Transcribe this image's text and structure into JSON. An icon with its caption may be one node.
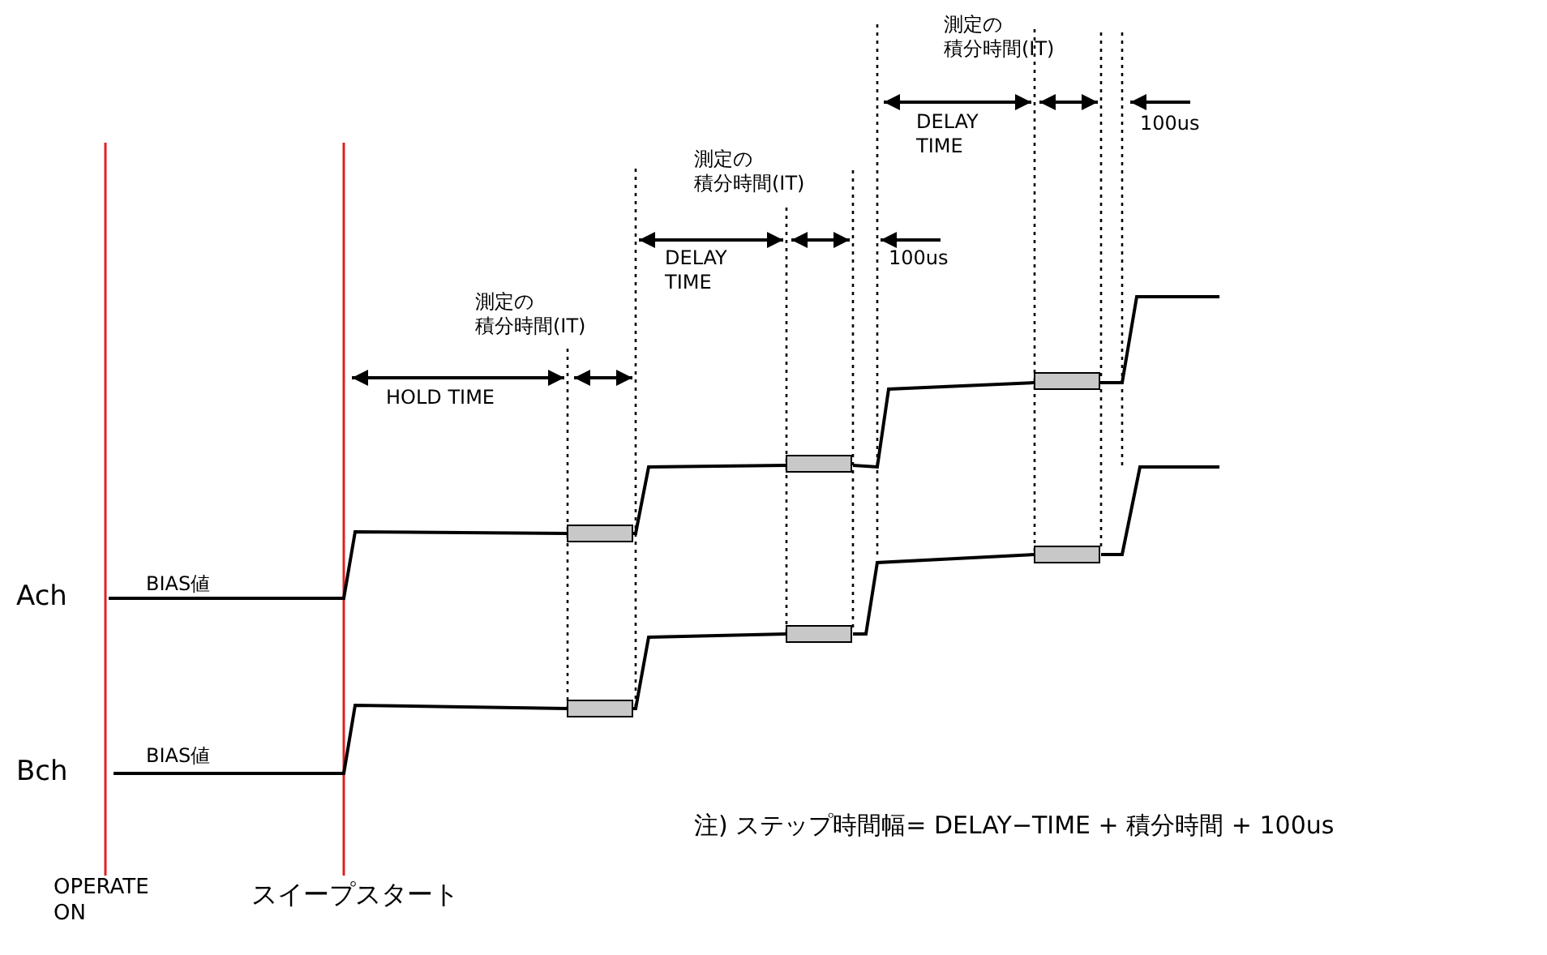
{
  "diagram": {
    "labels": [
      "測定の積分時間(IT)",
      "DELAY TIME",
      "100us",
      "測定の積分時間(IT)",
      "DELAY TIME",
      "100us",
      "測定の積分時間(IT)",
      "HOLD TIME",
      "BIAS値",
      "Ach",
      "BIAS値",
      "Bch",
      "注) ステップ時間幅= DELAY−TIME + 積分時間 + 100us",
      "OPERATE ON",
      "スイープスタート"
    ]
  }
}
